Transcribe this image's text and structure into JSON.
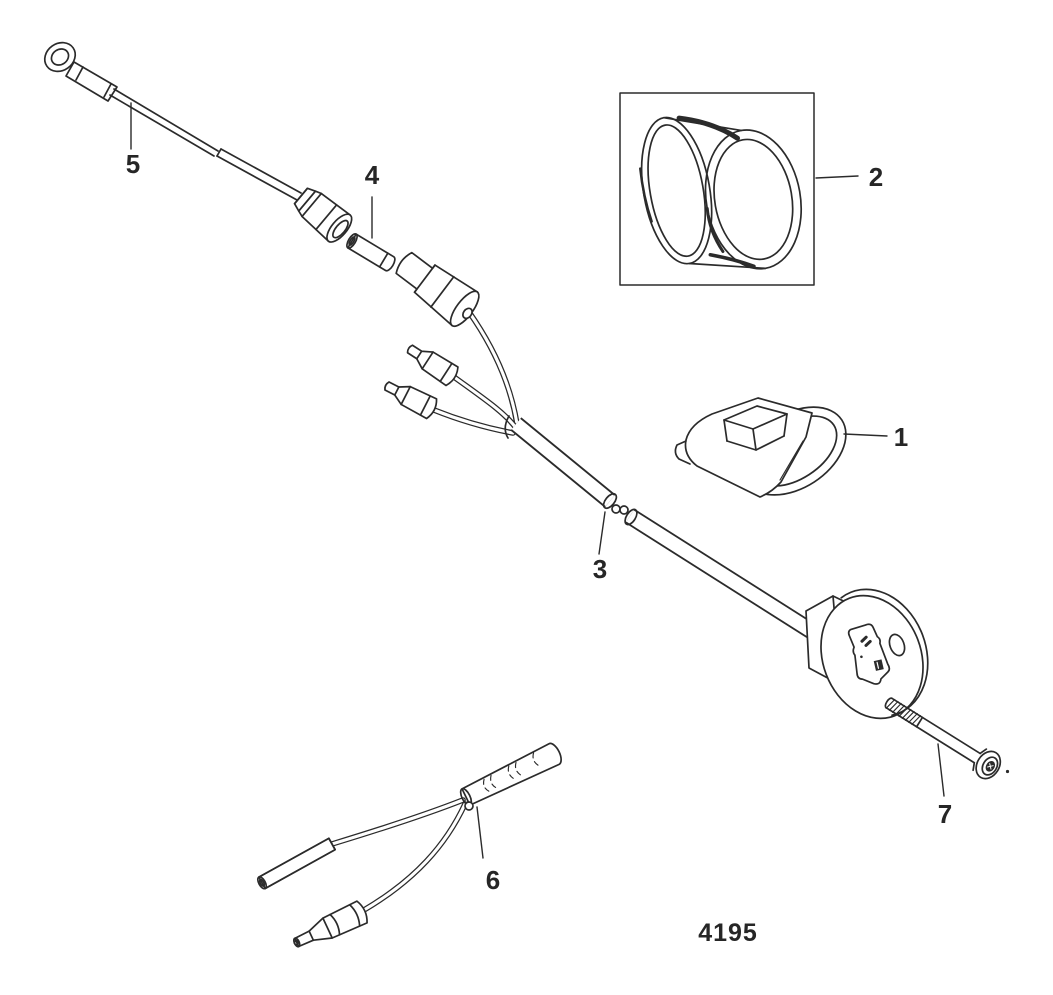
{
  "figure": {
    "drawing_number": "4195",
    "callouts": [
      {
        "number": "1"
      },
      {
        "number": "2"
      },
      {
        "number": "3"
      },
      {
        "number": "4"
      },
      {
        "number": "5"
      },
      {
        "number": "6"
      },
      {
        "number": "7"
      }
    ]
  },
  "colors": {
    "line": "#2b2b2b",
    "background": "#ffffff"
  }
}
